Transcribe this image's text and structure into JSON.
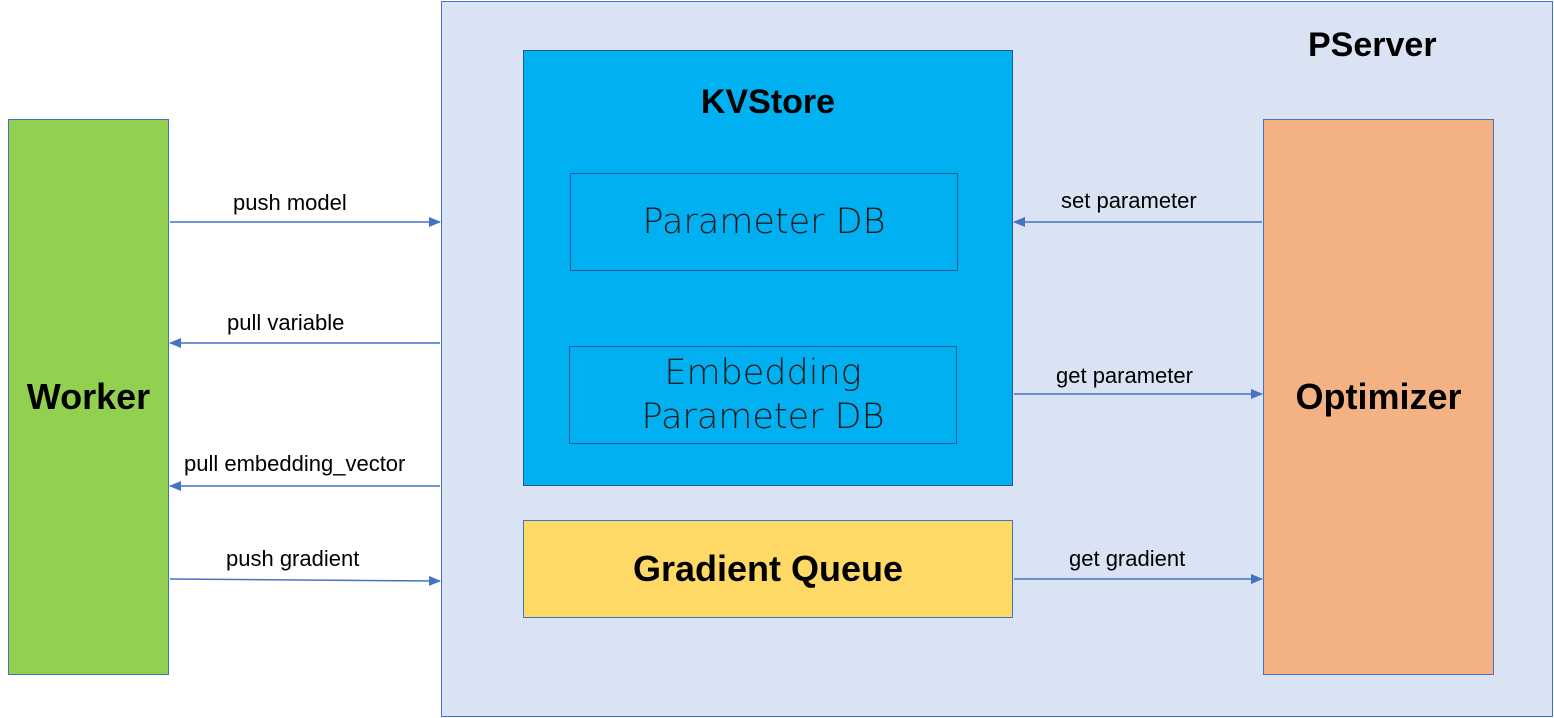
{
  "pserver": {
    "title": "PServer"
  },
  "worker": {
    "label": "Worker"
  },
  "optimizer": {
    "label": "Optimizer"
  },
  "kvstore": {
    "title": "KVStore",
    "parameter_db": "Parameter DB",
    "embedding_db_line1": "Embedding",
    "embedding_db_line2": "Parameter DB"
  },
  "gradient_queue": {
    "label": "Gradient Queue"
  },
  "edges": {
    "push_model": "push model",
    "pull_variable": "pull variable",
    "pull_embedding_vector": "pull embedding_vector",
    "push_gradient": "push gradient",
    "set_parameter": "set parameter",
    "get_parameter": "get parameter",
    "get_gradient": "get gradient"
  },
  "colors": {
    "pserver_bg": "#dae3f3",
    "worker_bg": "#92d050",
    "optimizer_bg": "#f4b183",
    "kvstore_bg": "#00b0f0",
    "gradient_queue_bg": "#ffd966",
    "arrow": "#4472c4"
  }
}
